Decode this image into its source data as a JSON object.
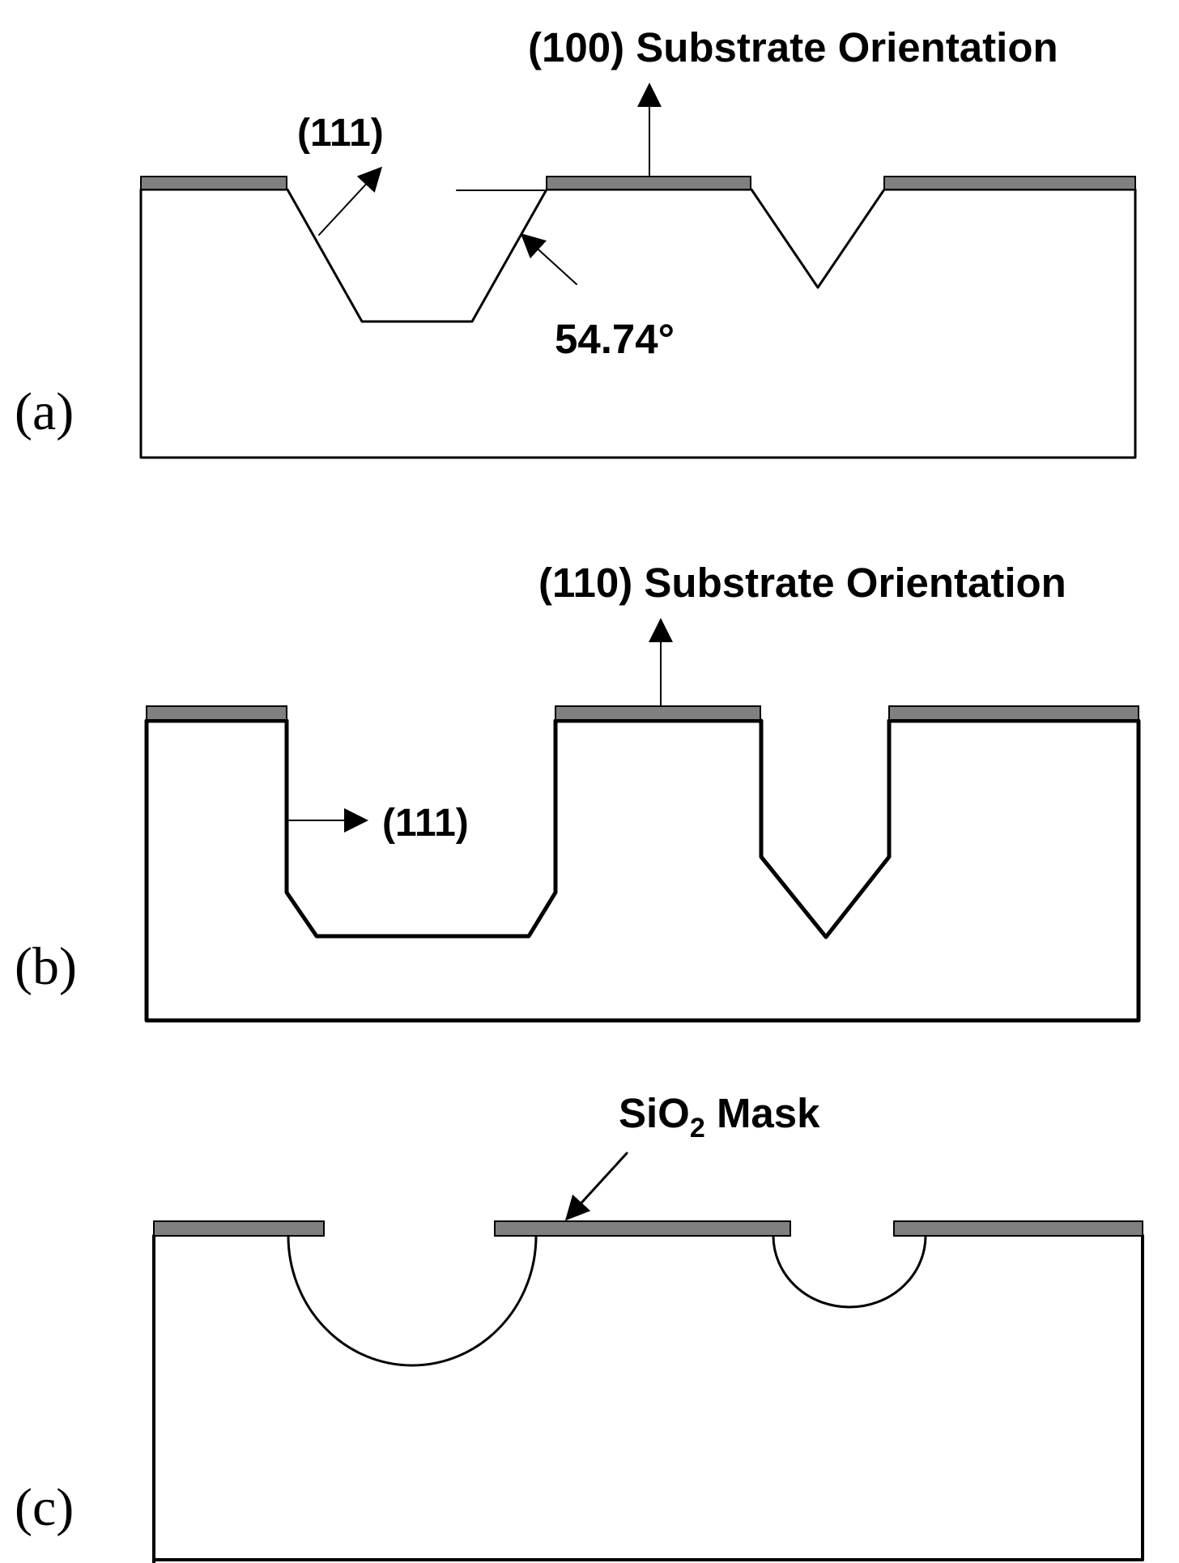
{
  "panels": {
    "a": {
      "panel_label": "(a)",
      "orientation_label": "(100) Substrate Orientation",
      "plane_label": "(111)",
      "angle_label": "54.74°"
    },
    "b": {
      "panel_label": "(b)",
      "orientation_label": "(110) Substrate Orientation",
      "plane_label": "(111)"
    },
    "c": {
      "panel_label": "(c)",
      "mask_label_prefix": "SiO",
      "mask_label_subscript": "2",
      "mask_label_suffix": " Mask"
    }
  },
  "colors": {
    "mask": "#808080",
    "line": "#000000",
    "background": "#ffffff"
  }
}
